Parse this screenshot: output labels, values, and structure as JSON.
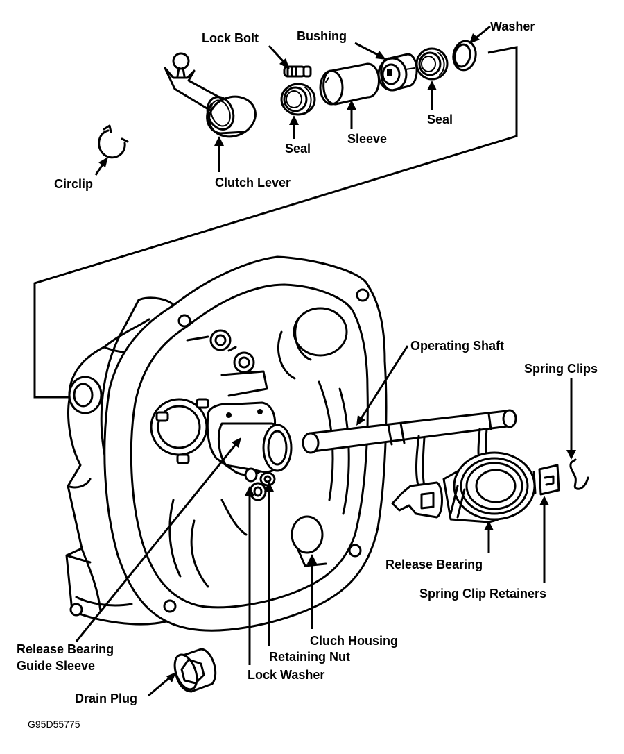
{
  "labels": {
    "lock_bolt": "Lock Bolt",
    "bushing": "Bushing",
    "washer": "Washer",
    "seal_left": "Seal",
    "sleeve": "Sleeve",
    "seal_right": "Seal",
    "circlip": "Circlip",
    "clutch_lever": "Clutch Lever",
    "operating_shaft": "Operating Shaft",
    "spring_clips": "Spring Clips",
    "release_bearing": "Release Bearing",
    "spring_clip_retainers": "Spring Clip Retainers",
    "cluch_housing": "Cluch Housing",
    "release_bearing_guide_sleeve_1": "Release Bearing",
    "release_bearing_guide_sleeve_2": "Guide Sleeve",
    "retaining_nut": "Retaining Nut",
    "lock_washer": "Lock Washer",
    "drain_plug": "Drain Plug"
  },
  "reference_code": "G95D55775",
  "colors": {
    "line": "#000000",
    "background": "#ffffff"
  }
}
